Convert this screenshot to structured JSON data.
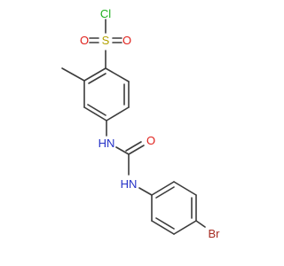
{
  "molecule": {
    "atoms": {
      "cl": {
        "label": "Cl",
        "color": "#1fb01f"
      },
      "s": {
        "label": "S",
        "color": "#b3a100"
      },
      "o_left": {
        "label": "O",
        "color": "#e0201b"
      },
      "o_right": {
        "label": "O",
        "color": "#e0201b"
      },
      "nh_top": {
        "label": "HN",
        "color": "#2431c7"
      },
      "o_carbonyl": {
        "label": "O",
        "color": "#e0201b"
      },
      "nh_bottom": {
        "label": "HN",
        "color": "#2431c7"
      },
      "br": {
        "label": "Br",
        "color": "#a5291f"
      }
    },
    "bond_color": "#3c3c3c"
  }
}
